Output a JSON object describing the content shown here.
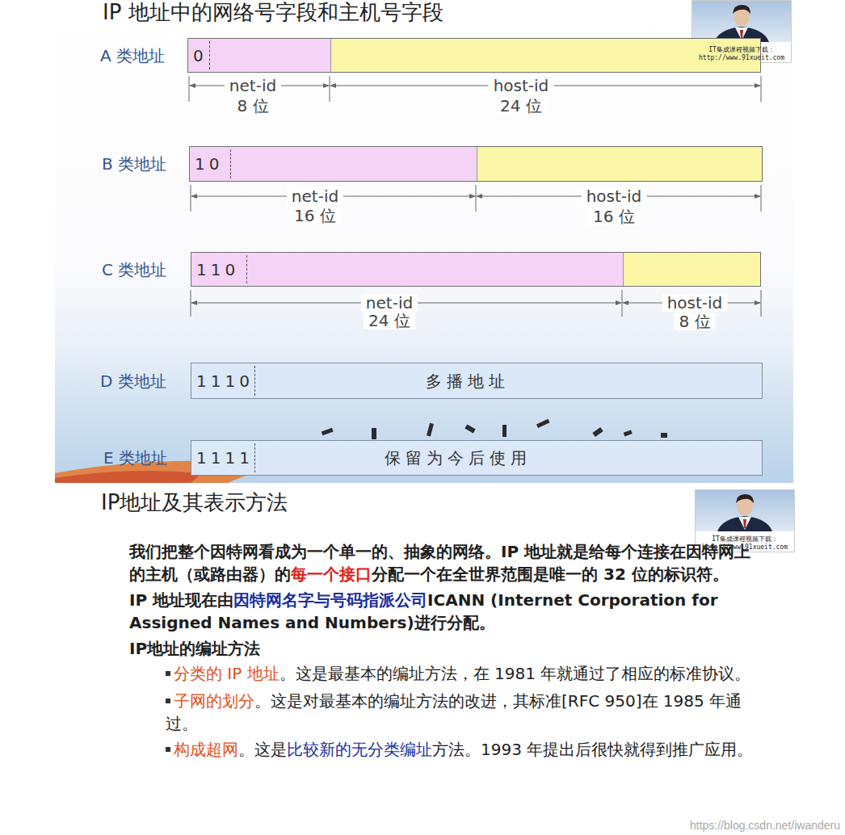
{
  "diagram": {
    "title": "IP 地址中的网络号字段和主机号字段",
    "nodes": [
      {
        "text": [
          "A 类地址",
          "0"
        ]
      },
      {
        "text": [
          "B 类地址",
          "10"
        ]
      },
      {
        "text": [
          "C 类地址",
          "110"
        ]
      },
      {
        "text": [
          "D 类地址",
          "1110",
          "多播地址"
        ]
      },
      {
        "text": [
          "E 类地址",
          "1111",
          "保留为今后使用"
        ]
      }
    ],
    "labels": [
      "net-id",
      "8 位",
      "host-id",
      "24 位",
      "net-id",
      "16 位",
      "host-id",
      "16 位",
      "net-id",
      "24 位",
      "host-id",
      "8 位",
      "IT集成课程视频下载：",
      "http://www.91xueit.com",
      "IP地址及其表示方法",
      "我们把整个因特网看成为一个单一的、抽象的网络。IP 地址就是给每个连接在因特网上的主机（或路由器）的",
      "每一个接口",
      "分配一个在全世界范围是唯一的 32 位的标识符。",
      "IP 地址现在由",
      "因特网名字与号码指派公司",
      "ICANN (Internet Corporation for Assigned Names and Numbers)进行分配。",
      "IP地址的编址方法",
      "分类的 IP 地址",
      "。这是最基本的编址方法，在 1981 年就通过了相应的标准协议。",
      "子网的划分",
      "。这是对最基本的编址方法的改进，其标准[RFC 950]在 1985 年通过。",
      "构成超网",
      "。这是",
      "比较新的无分类编址",
      "方法。1993 年提出后很快就得到推广应用。",
      "IT集成课程视频下载：",
      "http://www.91xueit.com",
      "https://blog.csdn.net/iwanderu"
    ]
  }
}
